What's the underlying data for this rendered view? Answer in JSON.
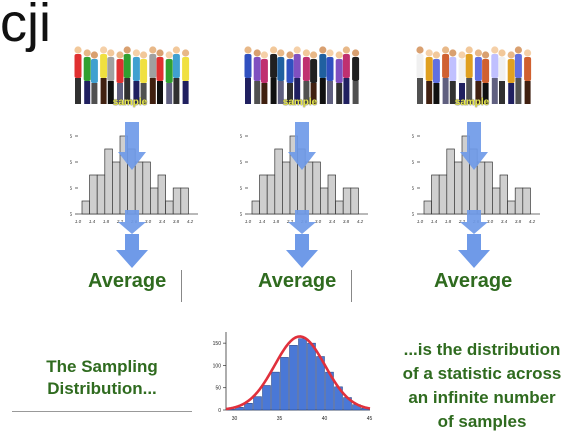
{
  "title_fragment": "cji",
  "columns": [
    {
      "crowd_label": "sample",
      "histogram_bars": [
        1,
        3,
        3,
        5,
        4,
        6,
        5,
        4,
        4,
        2,
        3,
        1,
        2,
        2
      ],
      "average_label": "Average"
    },
    {
      "crowd_label": "sample",
      "histogram_bars": [
        1,
        3,
        3,
        5,
        4,
        6,
        5,
        4,
        4,
        2,
        3,
        1,
        2,
        2
      ],
      "average_label": "Average"
    },
    {
      "crowd_label": "sample",
      "histogram_bars": [
        1,
        3,
        3,
        5,
        4,
        6,
        5,
        4,
        4,
        2,
        3,
        1,
        2,
        2
      ],
      "average_label": "Average"
    }
  ],
  "left_text": [
    "The Sampling",
    "Distribution..."
  ],
  "right_text": [
    "...is the distribution",
    "of a statistic across",
    "an infinite number",
    "of samples"
  ],
  "chart_data": {
    "type": "bar",
    "categories": [
      "30",
      "31",
      "32",
      "33",
      "34",
      "35",
      "36",
      "37",
      "38",
      "39",
      "40",
      "41",
      "42",
      "43",
      "44",
      "45"
    ],
    "values": [
      2,
      6,
      15,
      30,
      55,
      85,
      118,
      145,
      160,
      150,
      120,
      85,
      52,
      28,
      12,
      4
    ],
    "x_ticks": [
      "30",
      "35",
      "40",
      "45"
    ],
    "y_ticks": [
      "0",
      "50",
      "100",
      "150"
    ],
    "ylim": [
      0,
      175
    ],
    "xlabel": "",
    "ylabel": "",
    "title": "",
    "overlay": "normal curve",
    "bar_color": "#4a78d6",
    "curve_color": "#e0303c"
  }
}
